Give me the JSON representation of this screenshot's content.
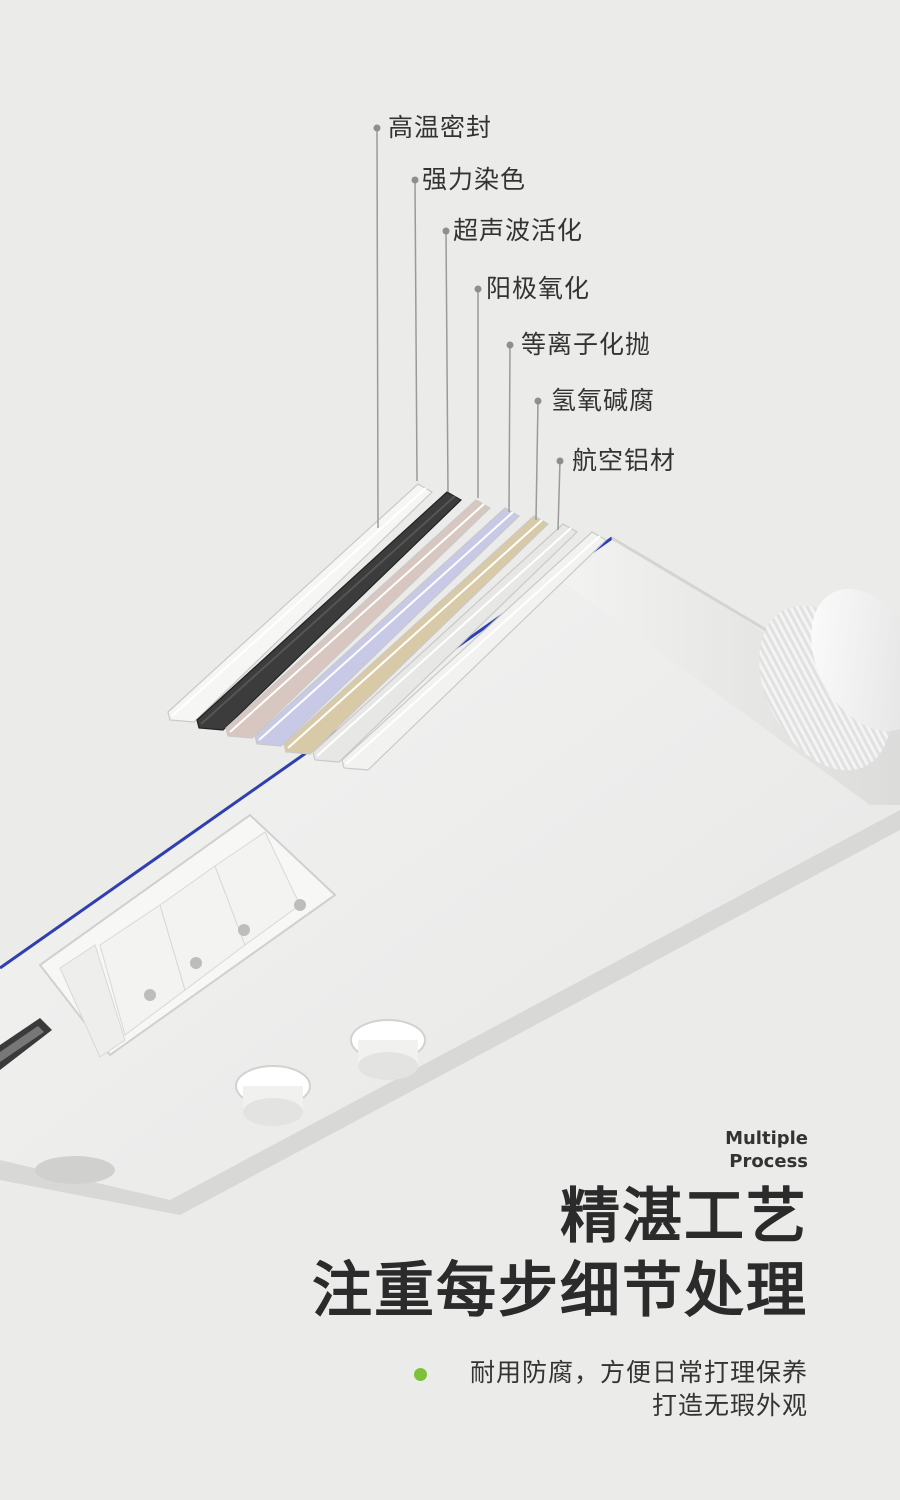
{
  "callouts": [
    {
      "label": "高温密封"
    },
    {
      "label": "强力染色"
    },
    {
      "label": "超声波活化"
    },
    {
      "label": "阳极氧化"
    },
    {
      "label": "等离子化抛"
    },
    {
      "label": "氢氧碱腐"
    },
    {
      "label": "航空铝材"
    }
  ],
  "layer_colors": [
    "#f6f6f4",
    "#3c3c3c",
    "#d7c7c0",
    "#c7c9e6",
    "#d9caa7",
    "#e7e7e5",
    "#f2f2f0"
  ],
  "heading": {
    "subtitle_line1": "Multiple",
    "subtitle_line2": "Process",
    "title_line1": "精湛工艺",
    "title_line2": "注重每步细节处理"
  },
  "description": {
    "line1": "耐用防腐，方便日常打理保养",
    "line2": "打造无瑕外观"
  },
  "colors": {
    "background": "#ebebea",
    "bullet": "#7cc13a",
    "accent_edge": "#2f3fb0"
  }
}
